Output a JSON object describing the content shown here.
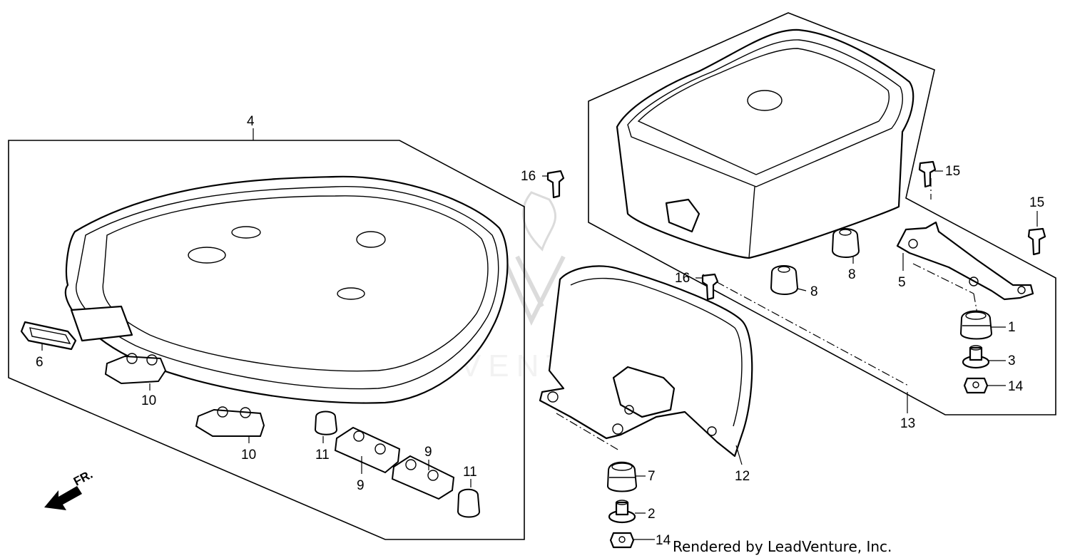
{
  "labels": {
    "p1": "1",
    "p2": "2",
    "p3": "3",
    "p4": "4",
    "p5": "5",
    "p6": "6",
    "p7": "7",
    "p8a": "8",
    "p8b": "8",
    "p9a": "9",
    "p9b": "9",
    "p10a": "10",
    "p10b": "10",
    "p11a": "11",
    "p11b": "11",
    "p12": "12",
    "p13": "13",
    "p14a": "14",
    "p14b": "14",
    "p15a": "15",
    "p15b": "15",
    "p16a": "16",
    "p16b": "16"
  },
  "direction": "FR.",
  "credit": "Rendered by LeadVenture, Inc.",
  "watermark": "LEADVENTURE",
  "icons": {
    "front_arrow": "front-arrow-icon",
    "watermark_logo": "leadventure-logo-icon"
  },
  "colors": {
    "line": "#000000",
    "background": "#ffffff",
    "watermark": "#bdbdbd"
  }
}
